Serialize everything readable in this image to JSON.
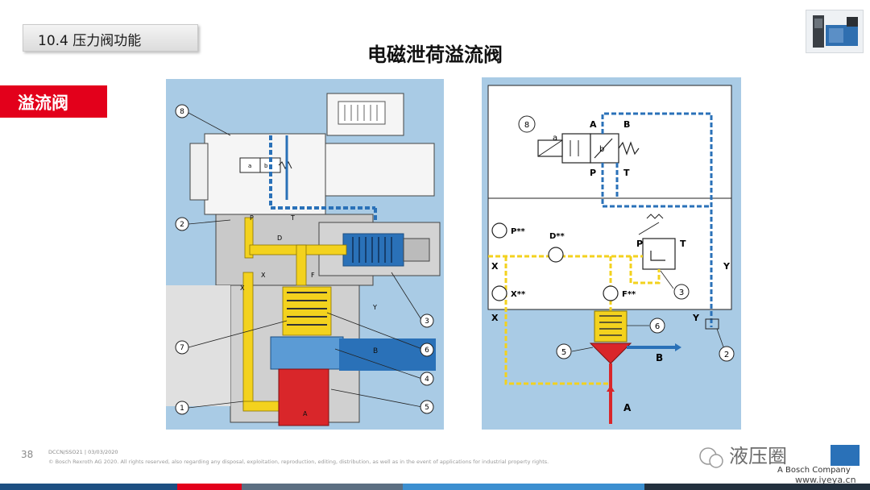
{
  "section_label": "10.4 压力阀功能",
  "slide_title": "电磁泄荷溢流阀",
  "tag_label": "溢流阀",
  "page_number": "38",
  "footer": {
    "line1": "DCCN/SSO21 | 03/03/2020",
    "line2": "© Bosch Rexroth AG 2020. All rights reserved, also regarding any disposal, exploitation, reproduction, editing, distribution, as well as in the event of applications for industrial property rights."
  },
  "left_figure": {
    "callouts": [
      "8",
      "2",
      "7",
      "1",
      "3",
      "6",
      "4",
      "5"
    ],
    "port_labels": {
      "P": "P",
      "T": "T",
      "A": "A",
      "B": "B",
      "D": "D",
      "X": "X",
      "F": "F",
      "Y": "Y",
      "a": "a",
      "b": "b"
    }
  },
  "right_figure": {
    "callouts": [
      "8",
      "3",
      "6",
      "5",
      "2"
    ],
    "labels": {
      "A": "A",
      "B": "B",
      "P": "P",
      "T": "T",
      "a": "a",
      "b": "b",
      "X": "X",
      "Y": "Y"
    },
    "orifices": {
      "p": "P**",
      "d": "D**",
      "x": "X**",
      "f": "F**"
    }
  },
  "watermark": {
    "text": "液压圈",
    "company": "A Bosch Company",
    "url": "www.iyeya.cn"
  },
  "colors": {
    "accent_red": "#e3001b",
    "diagram_bg": "#a9cbe5",
    "yellow": "#f3d21e",
    "blue": "#2a71b8",
    "red_component": "#d9262a"
  }
}
